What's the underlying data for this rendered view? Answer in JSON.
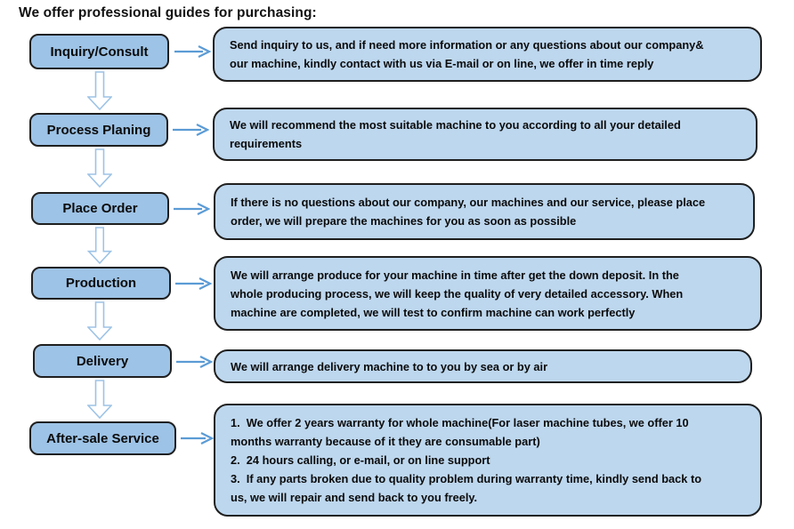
{
  "title": "We offer professional guides for purchasing:",
  "colors": {
    "step_box_fill": "#9DC3E6",
    "desc_box_fill": "#BDD7EE",
    "box_border": "#1f1f1f",
    "h_arrow": "#5B9BD5",
    "v_arrow_stroke": "#9DC3E6",
    "v_arrow_fill": "#FFFFFF"
  },
  "steps": [
    {
      "label": "Inquiry/Consult",
      "lines": [
        "Send inquiry to us, and if need more information or any questions about our company&",
        "our machine, kindly contact with us via E-mail or on line, we offer in time reply"
      ]
    },
    {
      "label": "Process Planing",
      "lines": [
        "We will recommend the most suitable machine to you according to all your detailed",
        "requirements"
      ]
    },
    {
      "label": "Place Order",
      "lines": [
        "If there is no questions about our company, our machines and our service, please place",
        "order, we will prepare the machines for you as soon as possible"
      ]
    },
    {
      "label": "Production",
      "lines": [
        "We will arrange produce for your machine in time after get the down deposit. In the",
        "whole producing process, we will keep the quality of very detailed accessory. When",
        "machine are completed, we will test to confirm machine can work perfectly"
      ]
    },
    {
      "label": "Delivery",
      "lines": [
        "We will arrange delivery machine to to you by sea or by air"
      ]
    },
    {
      "label": "After-sale Service",
      "lines": [
        "1.  We offer 2 years warranty for whole machine(For laser machine tubes, we offer 10",
        "months warranty because of it they are consumable part)",
        "2.  24 hours calling, or e-mail, or on line support",
        "3.  If any parts broken due to quality problem during warranty time, kindly send back to",
        "us, we will repair and send back to you freely."
      ]
    }
  ]
}
